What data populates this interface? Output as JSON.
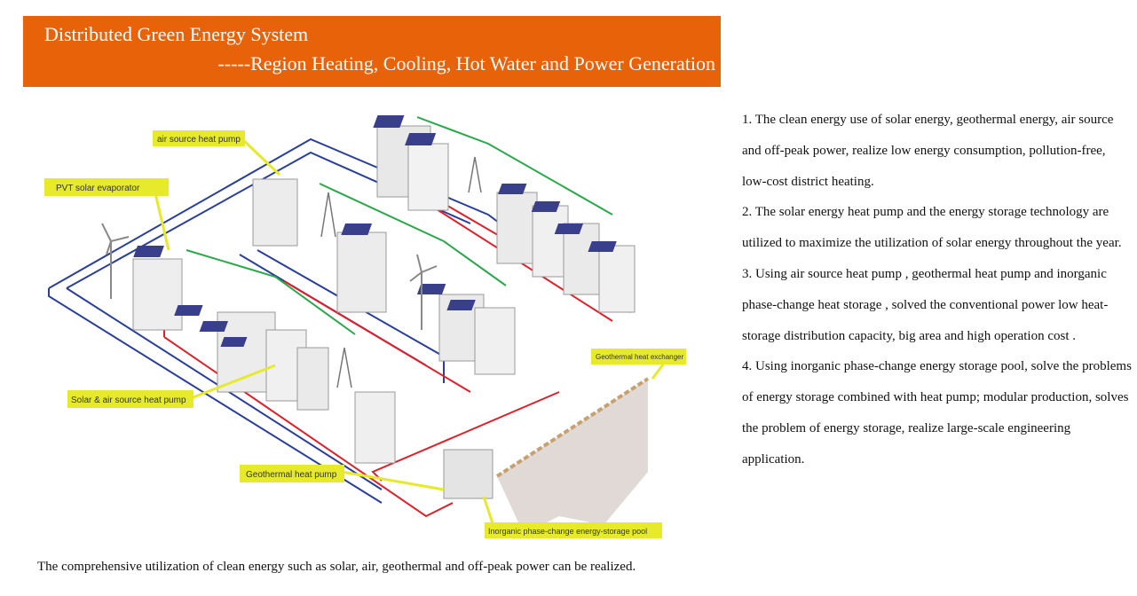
{
  "header": {
    "title": "Distributed Green Energy System",
    "subtitle": "-----Region Heating, Cooling, Hot Water and Power Generation",
    "bg_color": "#e8620a"
  },
  "diagram": {
    "callouts": {
      "air_source_heat_pump": "air source heat pump",
      "pvt_solar_evaporator": "PVT solar evaporator",
      "solar_air_source_heat_pump": "Solar & air source heat pump",
      "geothermal_heat_pump": "Geothermal heat pump",
      "geothermal_heat_exchanger": "Geothermal heat exchanger",
      "storage_pool": "Inorganic phase-change energy-storage pool"
    },
    "colors": {
      "callout_fill": "#e6ea2a",
      "pipe_blue": "#2a3f9a",
      "pipe_red": "#e0202a",
      "power_green": "#2aa84a",
      "solar_panel": "#3a3f8c"
    }
  },
  "notes": [
    "1. The  clean energy use of solar energy, geothermal energy, air source and off-peak power, realize low energy consumption, pollution-free, low-cost district heating.",
    "2. The  solar energy heat pump and the energy storage technology are utilized to maximize the utilization of solar energy throughout the year.",
    "3. Using air source heat pump  , geothermal heat pump  and inorganic phase-change heat storage , solved the conventional power low heat-storage distribution capacity, big area and high operation cost .",
    "4. Using inorganic phase-change energy storage pool, solve the problems of energy storage combined with heat pump;  modular production, solves the problem of energy storage, realize large-scale engineering application."
  ],
  "caption": "The comprehensive utilization of clean energy such as solar,  air, geothermal and off-peak power can be realized."
}
